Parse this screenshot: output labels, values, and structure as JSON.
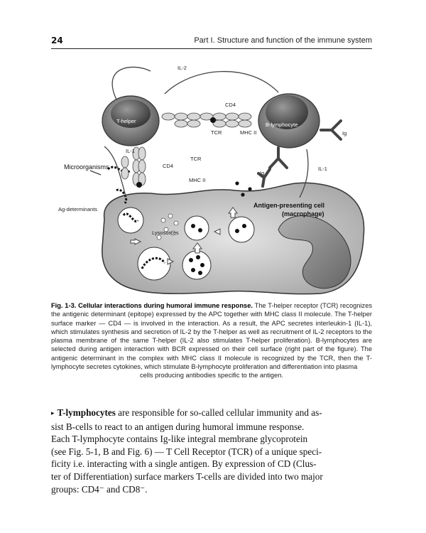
{
  "header": {
    "page_number": "24",
    "running_title": "Part I. Structure and function of the immune system"
  },
  "figure": {
    "labels": {
      "il2": "IL-2",
      "t_helper": "T-helper",
      "cd4_top": "CD4",
      "tcr_top": "TCR",
      "mhc2_top": "MHC II",
      "b_lymphocyte": "B-lymphocyte",
      "ig_right": "Ig",
      "il1_left": "IL-1",
      "tcr_mid": "TCR",
      "cd4_mid": "CD4",
      "mhc2_mid": "MHC II",
      "ig_mid": "Ig",
      "il1_right": "IL-1",
      "microorganisms": "Microorganisms",
      "ag_determinants": "Ag-determinants",
      "apc_line1": "Antigen-presenting cell",
      "apc_line2": "(macrophage)",
      "lysosomes": "Lysosomes"
    }
  },
  "caption": {
    "title": "Fig. 1-3. Cellular interactions during humoral immune response.",
    "text": "The T-helper receptor (TCR) recognizes the antigenic determinant (epitope) expressed by the APC together with MHC class II molecule. The T-helper surface marker — CD4 — is involved in the interaction. As a result, the APC secretes interleukin-1 (IL-1), which stimulates synthesis and secretion of IL-2 by the T-helper as well as recruitment of IL-2 receptors to the plasma membrane of the same T-helper (IL-2 also stimulates T-helper proliferation). B-lymphocytes are selected during antigen interaction with BCR expressed on their cell surface (right part of the figure). The antigenic determinant in the complex with MHC class II molecule is recognized by the TCR, then the T-lymphocyte secretes cytokines, which stimulate B-lymphocyte proliferation and differentiation into plasma",
    "last_line": "cells producing antibodies specific to the antigen."
  },
  "body": {
    "bullet": "▸",
    "term": "T-lymphocytes",
    "lines": [
      " are responsible for so-called cellular immunity and as-",
      "sist B-cells to react to an antigen during humoral immune response.",
      "Each T-lymphocyte contains Ig-like integral membrane glycoprotein",
      "(see Fig. 5-1, B and Fig. 6) — T Cell Receptor (TCR) of a unique speci-",
      "ficity i.e. interacting with a single antigen. By expression of CD (Clus-",
      "ter of Differentiation) surface markers T-cells are divided into two major",
      "groups: CD4⁻ and CD8⁻."
    ]
  }
}
